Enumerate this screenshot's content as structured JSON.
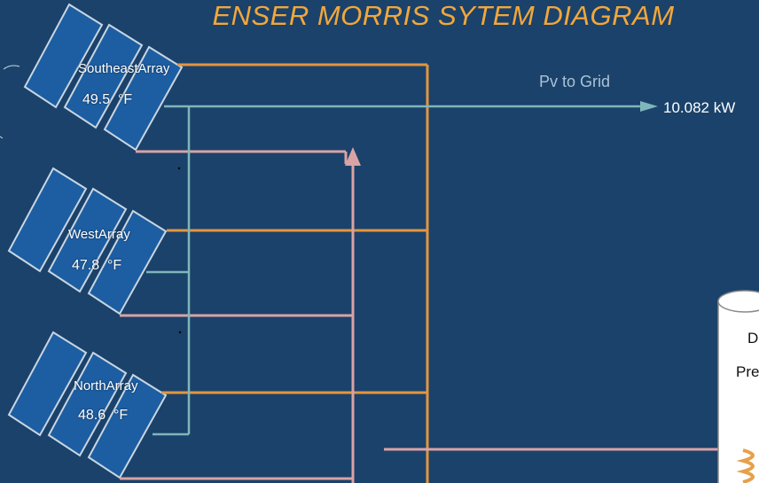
{
  "title": "ENSER MORRIS SYTEM DIAGRAM",
  "arrays": [
    {
      "name": "SoutheastArray",
      "temp_value": "49.5",
      "temp_unit": "°F"
    },
    {
      "name": "WestArray",
      "temp_value": "47.8",
      "temp_unit": "°F"
    },
    {
      "name": "NorthArray",
      "temp_value": "48.6",
      "temp_unit": "°F"
    }
  ],
  "grid": {
    "label": "Pv to Grid",
    "value": "10.082 kW"
  },
  "tank": {
    "line1": "D",
    "line2": "Pre"
  },
  "colors": {
    "background": "#1b426a",
    "panel": "#1d5ea2",
    "panel_border": "#c9d6e2",
    "orange_pipe": "#e4953f",
    "pink_pipe": "#d9a3a6",
    "teal_line": "#7fb6bb",
    "title": "#f2a73b"
  }
}
